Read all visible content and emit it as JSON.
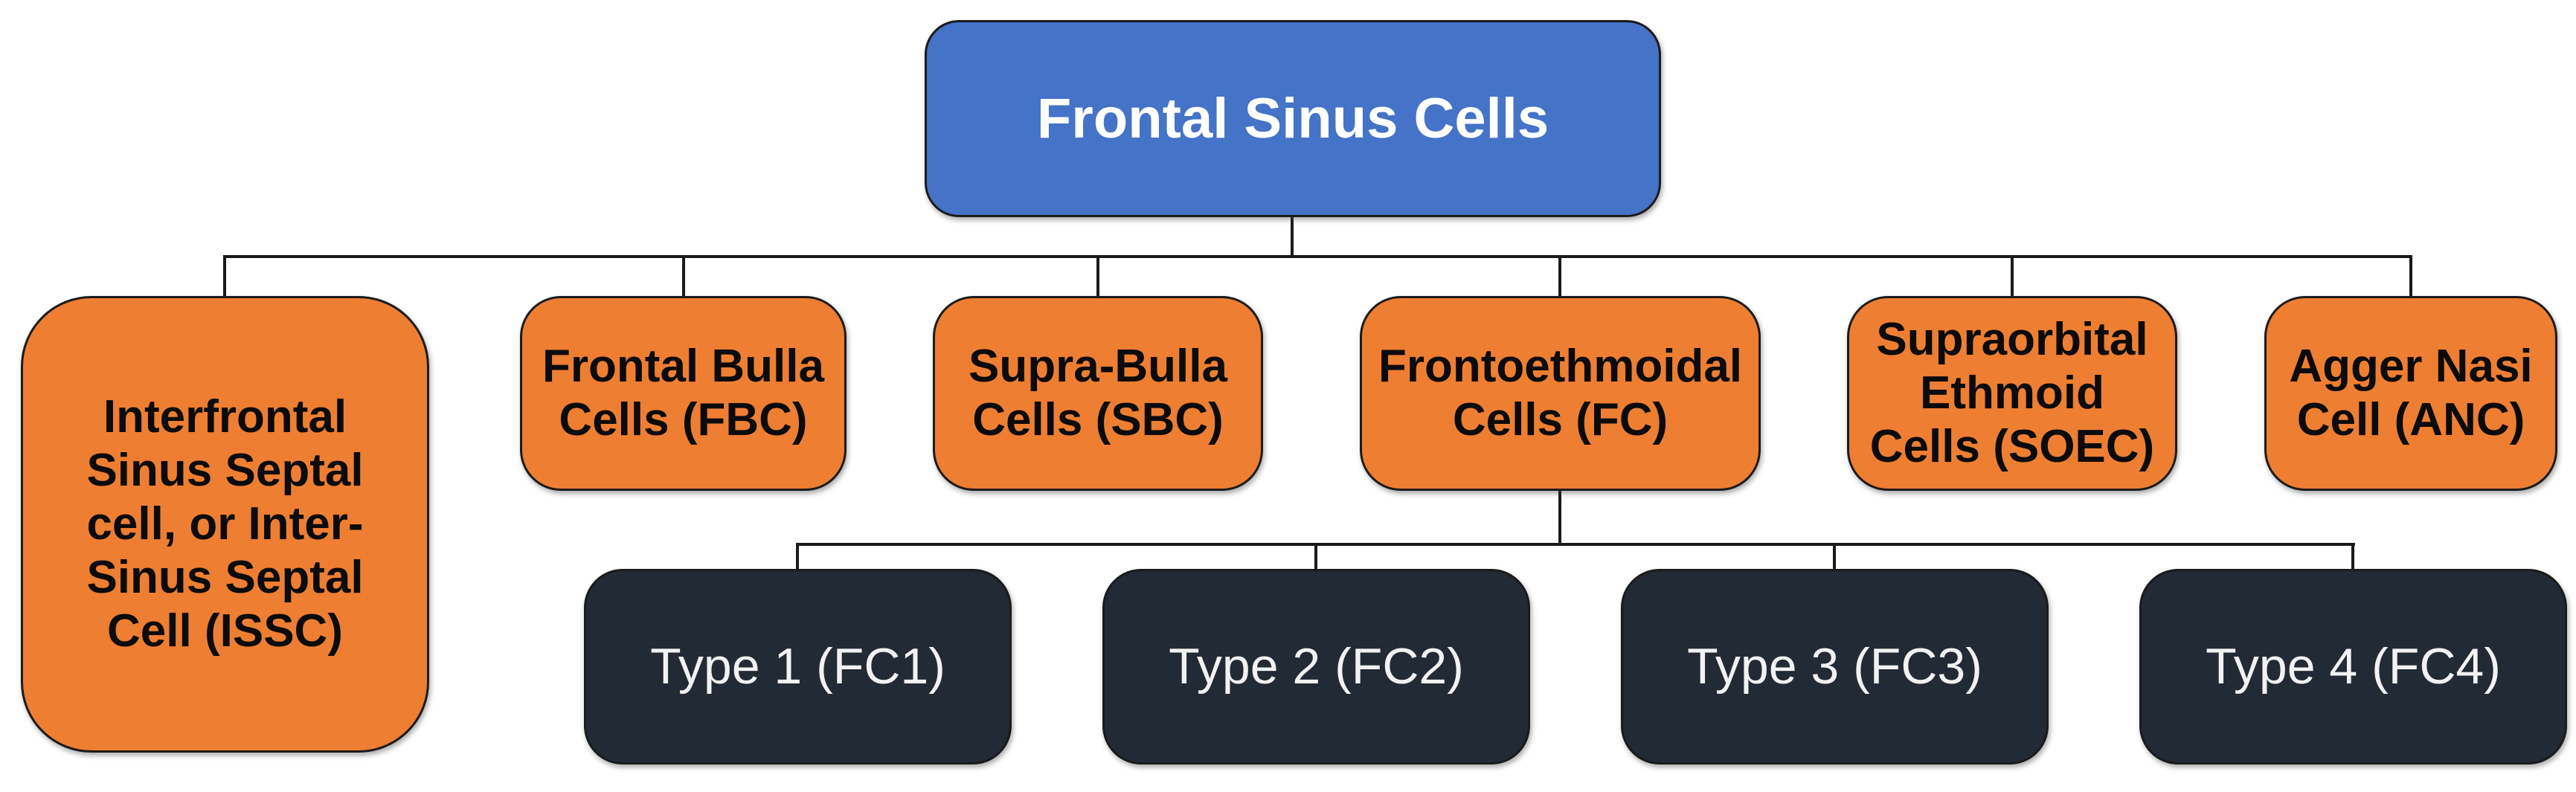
{
  "diagram": {
    "type": "hierarchy-flowchart",
    "root": {
      "label": "Frontal Sinus Cells"
    },
    "level2": [
      {
        "id": "issc",
        "label": [
          "Interfrontal",
          "Sinus Septal",
          "cell, or Inter-",
          "Sinus Septal",
          "Cell (ISSC)"
        ]
      },
      {
        "id": "fbc",
        "label": [
          "Frontal Bulla",
          "Cells (FBC)"
        ]
      },
      {
        "id": "sbc",
        "label": [
          "Supra-Bulla",
          "Cells (SBC)"
        ]
      },
      {
        "id": "fc",
        "label": [
          "Frontoethmoidal",
          "Cells (FC)"
        ]
      },
      {
        "id": "soec",
        "label": [
          "Supraorbital",
          "Ethmoid",
          "Cells (SOEC)"
        ]
      },
      {
        "id": "anc",
        "label": [
          "Agger Nasi",
          "Cell (ANC)"
        ]
      }
    ],
    "level3": [
      {
        "id": "fc1",
        "label": "Type 1 (FC1)"
      },
      {
        "id": "fc2",
        "label": "Type 2 (FC2)"
      },
      {
        "id": "fc3",
        "label": "Type 3 (FC3)"
      },
      {
        "id": "fc4",
        "label": "Type 4 (FC4)"
      }
    ],
    "colors": {
      "root_fill": "#4473C7",
      "root_text": "#FFFFFF",
      "branch_fill": "#EE7E32",
      "branch_text": "#0B0B0B",
      "leaf_fill": "#222A36",
      "leaf_text": "#F2F2F2",
      "border": "#1B1B1B",
      "connector": "#1A1A1A",
      "background": "#FFFFFF"
    }
  }
}
